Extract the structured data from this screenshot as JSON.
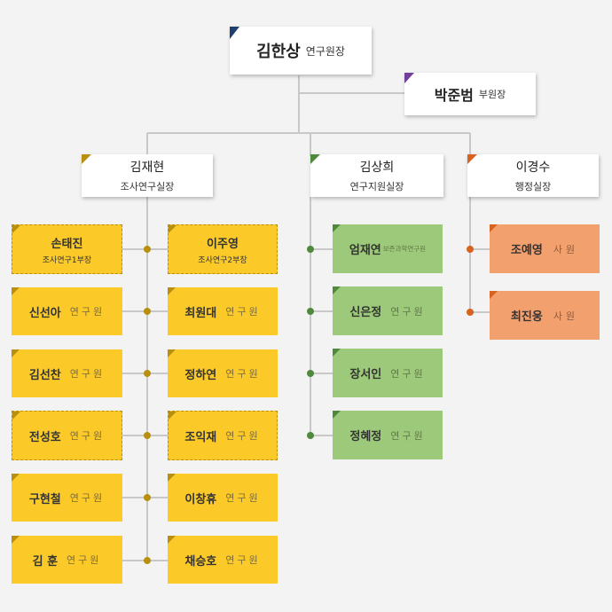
{
  "director": {
    "name": "김한상",
    "title": "연구원장"
  },
  "vice": {
    "name": "박준범",
    "title": "부원장"
  },
  "heads": [
    {
      "name": "김재현",
      "title": "조사연구실장"
    },
    {
      "name": "김상희",
      "title": "연구지원실장"
    },
    {
      "name": "이경수",
      "title": "행정실장"
    }
  ],
  "research_left": [
    {
      "name": "손태진",
      "sub": "조사연구1부장"
    },
    {
      "name": "신선아",
      "rank": "연구원"
    },
    {
      "name": "김선찬",
      "rank": "연구원"
    },
    {
      "name": "전성호",
      "rank": "연구원"
    },
    {
      "name": "구현철",
      "rank": "연구원"
    },
    {
      "name": "김 훈",
      "rank": "연구원"
    }
  ],
  "research_right": [
    {
      "name": "이주영",
      "sub": "조사연구2부장"
    },
    {
      "name": "최원대",
      "rank": "연구원"
    },
    {
      "name": "정하연",
      "rank": "연구원"
    },
    {
      "name": "조익재",
      "rank": "연구원"
    },
    {
      "name": "이창휴",
      "rank": "연구원"
    },
    {
      "name": "채승호",
      "rank": "연구원"
    }
  ],
  "support": [
    {
      "name": "엄재연",
      "rank": "보존과학연구원"
    },
    {
      "name": "신은정",
      "rank": "연구원"
    },
    {
      "name": "장서인",
      "rank": "연구원"
    },
    {
      "name": "정혜정",
      "rank": "연구원"
    }
  ],
  "admin": [
    {
      "name": "조예영",
      "rank": "사원"
    },
    {
      "name": "최진웅",
      "rank": "사원"
    }
  ],
  "colors": {
    "director_corner": "#1f3f6e",
    "vice_corner": "#6f3f9a",
    "research_corner": "#b98f10",
    "support_corner": "#4f8a3c",
    "admin_corner": "#d8621f",
    "line": "#c8c8c8"
  }
}
